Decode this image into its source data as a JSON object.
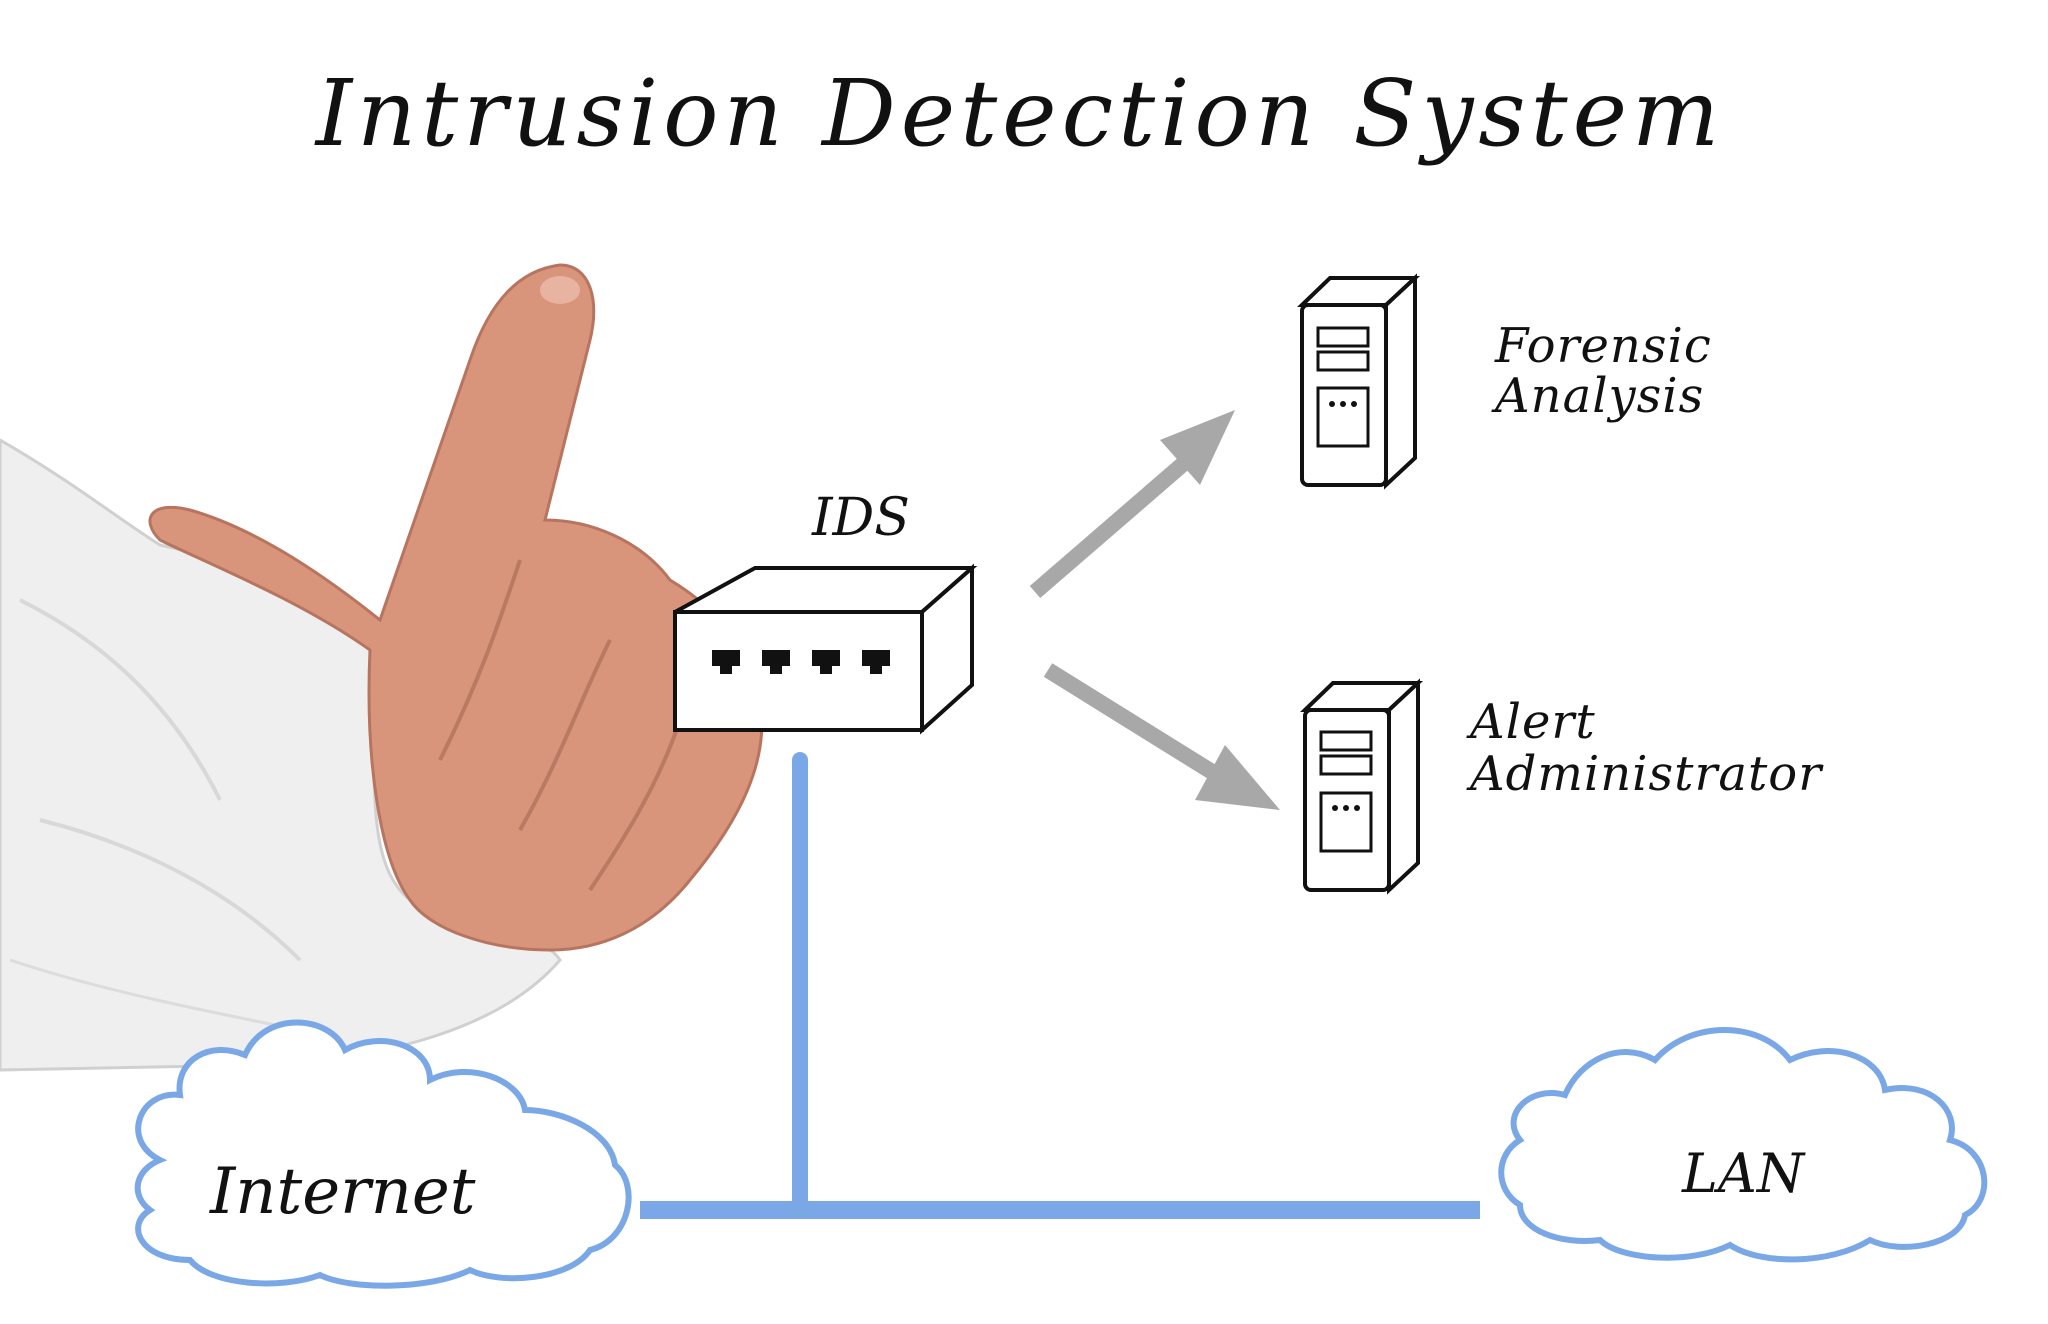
{
  "title": "Intrusion Detection System",
  "nodes": {
    "ids": {
      "label": "IDS",
      "ports": 4
    },
    "forensic": {
      "label_line1": "Forensic",
      "label_line2": "Analysis"
    },
    "alert": {
      "label_line1": "Alert",
      "label_line2": "Administrator"
    },
    "internet": {
      "label": "Internet"
    },
    "lan": {
      "label": "LAN"
    }
  },
  "colors": {
    "network_line": "#7aa7e6",
    "cloud_outline": "#7aa7e6",
    "arrow": "#a8a8a8",
    "ink": "#111111",
    "skin": "#d9957c",
    "sleeve": "#f0f0f0"
  },
  "photo": {
    "subject": "hand-pointing-finger"
  }
}
